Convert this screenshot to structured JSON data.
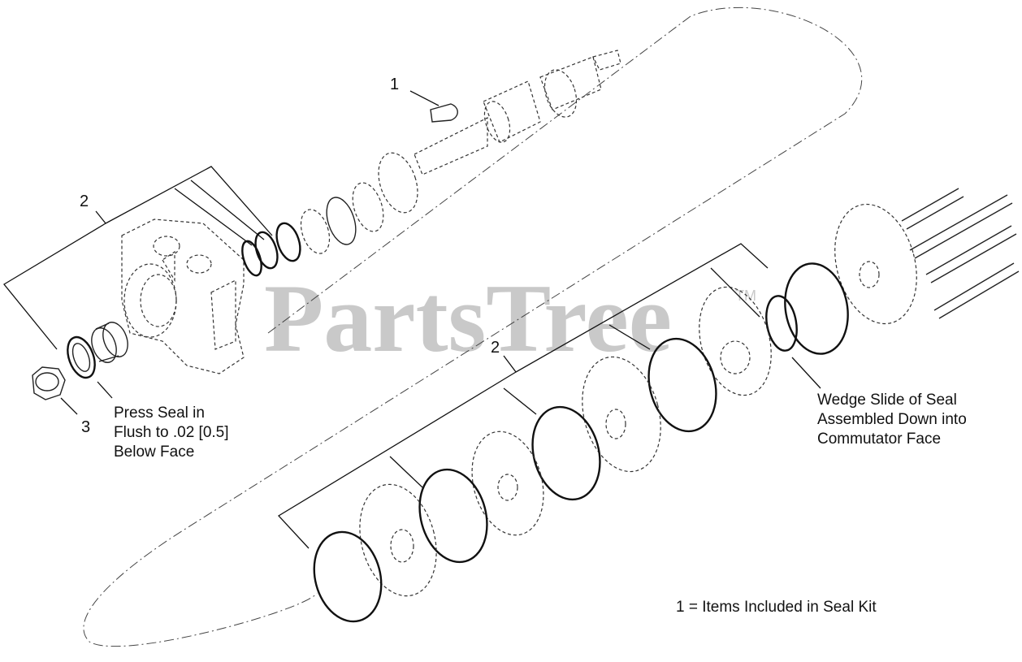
{
  "watermark": {
    "text": "PartsTree",
    "tm": "TM"
  },
  "callouts": {
    "c1": "1",
    "c2_top": "2",
    "c2_bottom": "2",
    "c3": "3"
  },
  "notes": {
    "press_seal": [
      "Press Seal in",
      "Flush to .02 [0.5]",
      "Below Face"
    ],
    "wedge_seal": [
      "Wedge Slide of Seal",
      "Assembled Down into",
      "Commutator Face"
    ],
    "legend": "1 = Items Included in Seal Kit"
  }
}
